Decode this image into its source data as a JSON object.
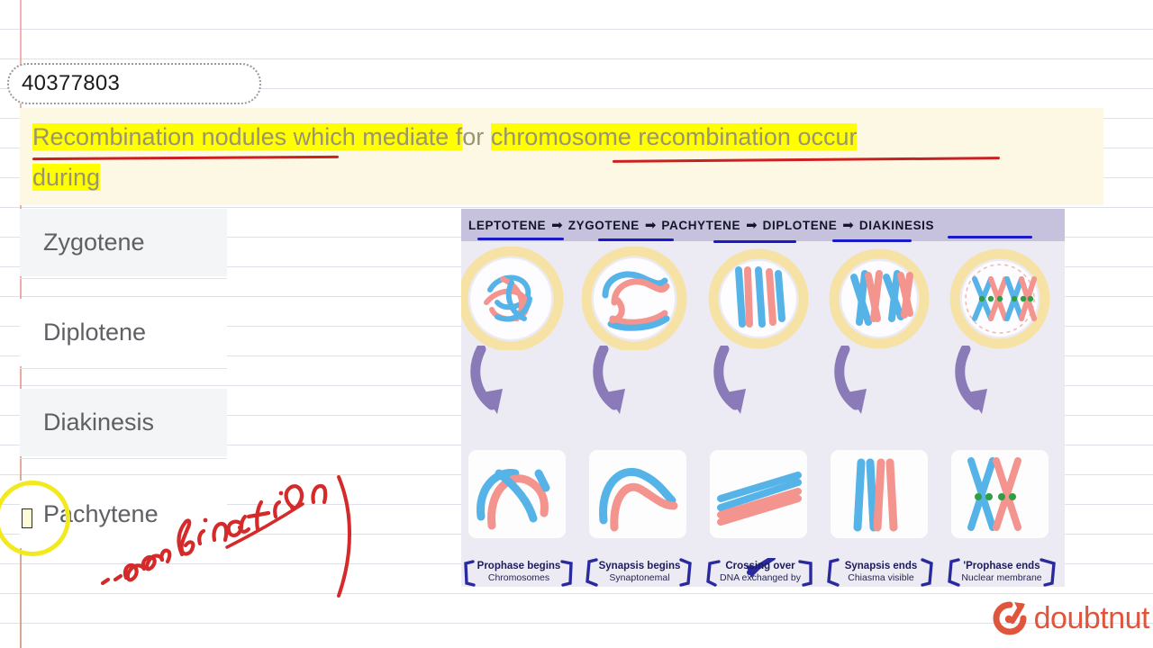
{
  "question_id": "40377803",
  "question": {
    "line1_a": "Recombination nodules which mediate f",
    "line1_b": "or ",
    "line1_c": "chromosome recombination occur",
    "line2": "during",
    "full_text": "Recombination nodules which mediate for chromosome recombination occur during",
    "highlight_color": "#ffff00",
    "banner_color": "#fcf8e4",
    "underline_color": "#cc1f1f"
  },
  "options": [
    {
      "label": "Zygotene",
      "selected": false
    },
    {
      "label": "Diplotene",
      "selected": false
    },
    {
      "label": "Diakinesis",
      "selected": false
    },
    {
      "label": "Pachytene",
      "selected": true
    }
  ],
  "annotation": {
    "handwritten_text": "...ombination)",
    "ink_color": "#d42a2a",
    "circle_color": "#f2ea1e"
  },
  "figure": {
    "header_background": "#c6c1dd",
    "body_background": "#eceaf2",
    "stage_underline_color": "#1a1ac8",
    "arrow_glyph": "➡",
    "stages": [
      {
        "name": "LEPTOTENE",
        "caption_title": "Prophase begins",
        "caption_sub": "Chromosomes"
      },
      {
        "name": "ZYGOTENE",
        "caption_title": "Synapsis begins",
        "caption_sub": "Synaptonemal"
      },
      {
        "name": "PACHYTENE",
        "caption_title": "Crossing over",
        "caption_sub": "DNA exchanged by"
      },
      {
        "name": "DIPLOTENE",
        "caption_title": "Synapsis ends",
        "caption_sub": "Chiasma visible"
      },
      {
        "name": "DIAKINESIS",
        "caption_title": "'Prophase ends",
        "caption_sub": "Nuclear membrane"
      }
    ],
    "colors": {
      "nucleus_ring": "#f6e2a4",
      "chromosome_blue": "#56b3e8",
      "chromosome_pink": "#f4948f",
      "chiasma_green": "#2f9e44",
      "flow_arrow": "#8a7bb8",
      "caption_bracket": "#2a2a9e"
    }
  },
  "brand": {
    "name": "doubtnut",
    "color": "#e0563d"
  }
}
